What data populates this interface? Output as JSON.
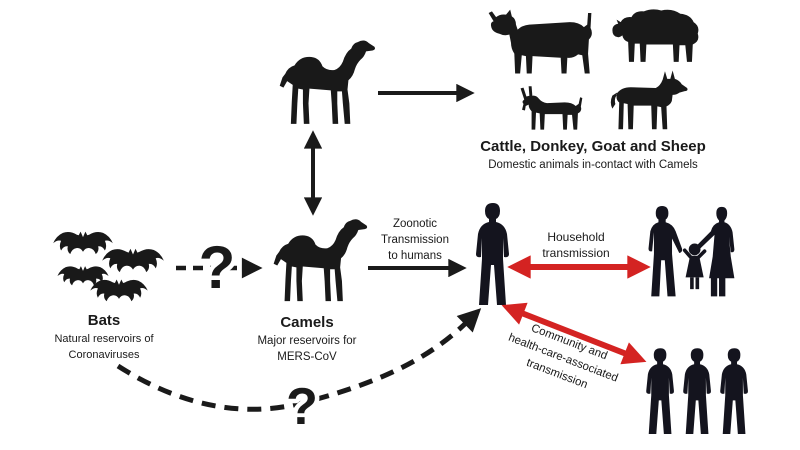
{
  "colors": {
    "ink": "#1a1a1a",
    "red": "#d42322",
    "background": "#ffffff",
    "people_silhouette": "#14141e"
  },
  "bats": {
    "title": "Bats",
    "subtitle_line1": "Natural reservoirs of",
    "subtitle_line2": "Coronaviruses"
  },
  "camels": {
    "title": "Camels",
    "subtitle_line1": "Major reservoirs for",
    "subtitle_line2": "MERS-CoV"
  },
  "domestic_animals": {
    "title": "Cattle, Donkey, Goat and Sheep",
    "subtitle": "Domestic animals in-contact with Camels"
  },
  "zoonotic_label": {
    "line1": "Zoonotic",
    "line2": "Transmission",
    "line3": "to humans"
  },
  "household_label": {
    "line1": "Household",
    "line2": "transmission"
  },
  "community_label": {
    "line1": "Community and",
    "line2": "health-care-associated",
    "line3": "transmission"
  },
  "uncertainty_mark": "?"
}
